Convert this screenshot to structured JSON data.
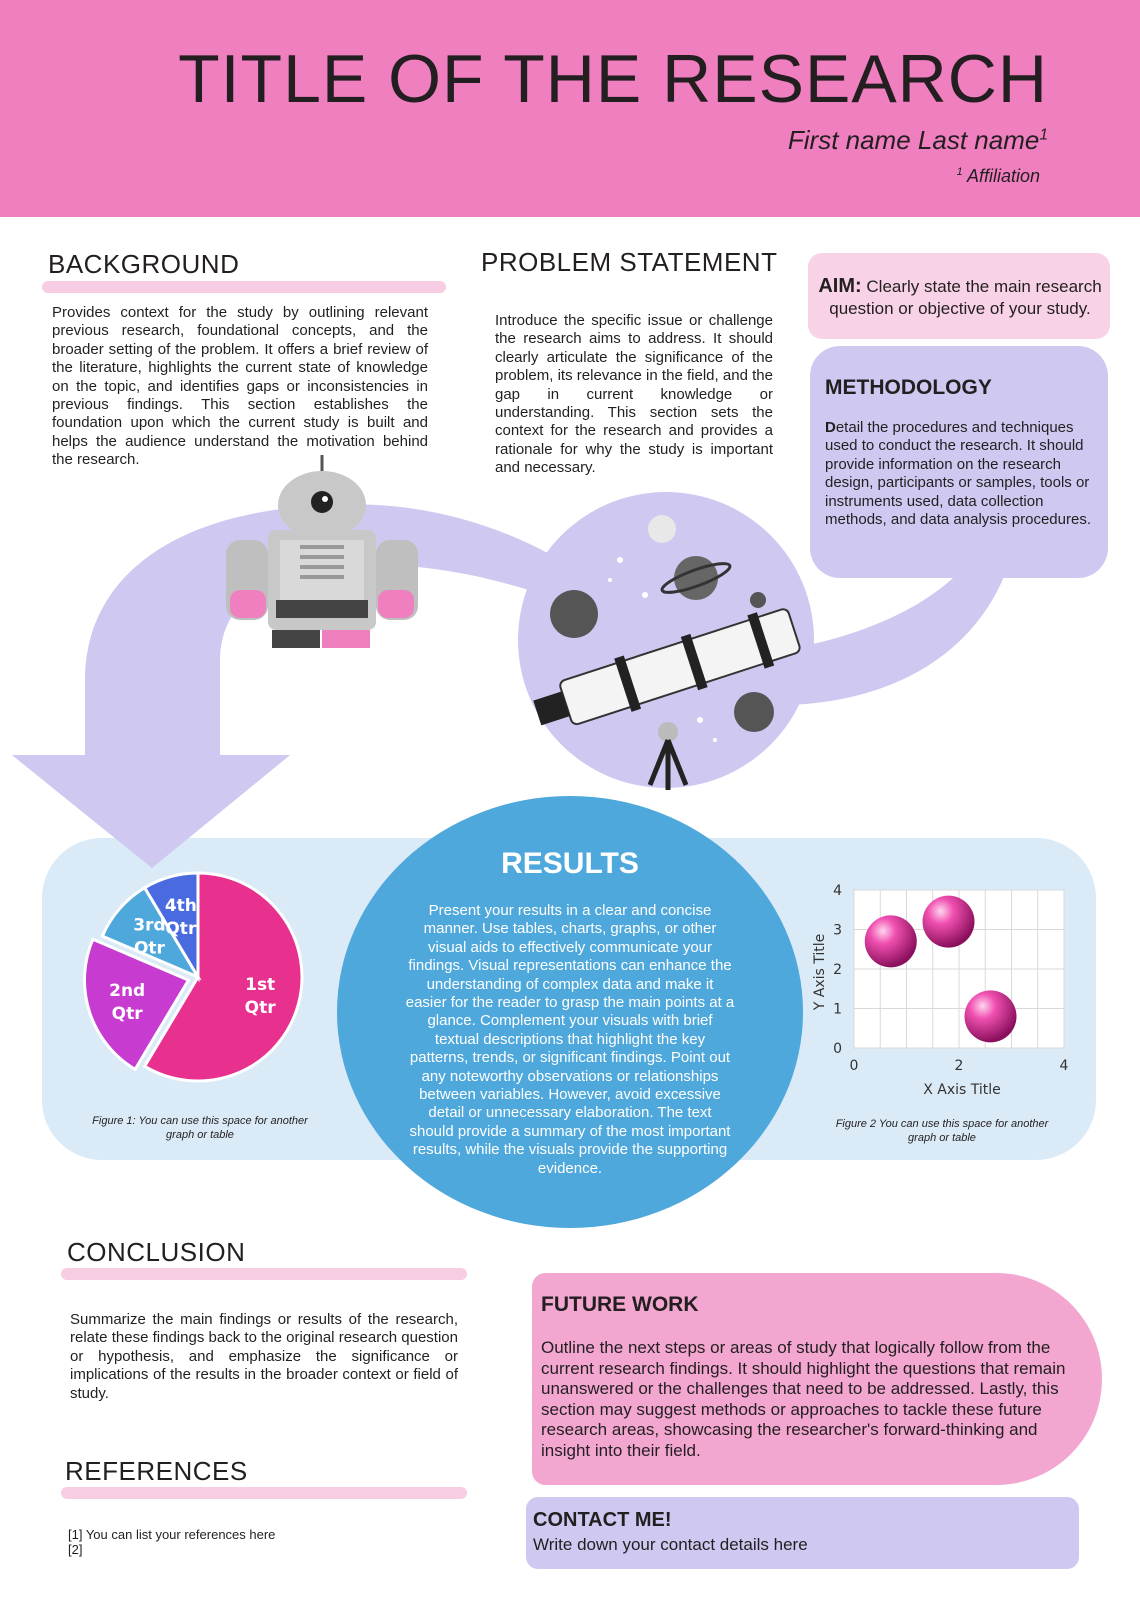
{
  "header": {
    "title": "TITLE OF THE RESEARCH",
    "author": "First name Last name",
    "author_sup": "1",
    "affil_sup": "1",
    "affiliation": "Affiliation"
  },
  "background": {
    "heading": "BACKGROUND",
    "text": "Provides context for the study by outlining relevant previous research, foundational concepts, and the broader setting of the problem. It offers a brief review of the literature, highlights the current state of knowledge on the topic, and identifies gaps or inconsistencies in previous findings. This section establishes the foundation upon which the current study is built and helps the audience understand the motivation behind the research."
  },
  "problem": {
    "heading": "PROBLEM STATEMENT",
    "text": "Introduce the specific issue or challenge the research aims to address. It should clearly articulate the significance of the problem, its relevance in the field, and the gap in current knowledge or understanding. This section sets the context for the research and provides a rationale for why the study is important and necessary."
  },
  "aim": {
    "label": "AIM:",
    "text": "Clearly state the main research question or objective of your study."
  },
  "methodology": {
    "heading": "METHODOLOGY",
    "initial": "D",
    "text": "etail the procedures and techniques used to conduct the research. It should provide information on the research design, participants or samples, tools or instruments used, data collection methods, and data analysis procedures."
  },
  "results": {
    "heading": "RESULTS",
    "text": "Present your results in a clear and concise manner. Use tables, charts, graphs, or other visual aids to effectively communicate your findings. Visual representations can enhance the understanding of complex data and make it easier for the reader to grasp the main points at a glance. Complement your visuals with brief textual descriptions that highlight the key patterns, trends, or significant findings. Point out any noteworthy observations or relationships between variables. However, avoid excessive detail or unnecessary elaboration. The text should provide a summary of the most important results, while the visuals provide the supporting evidence."
  },
  "figure1": {
    "caption": "Figure 1: You can use this space for another graph or table"
  },
  "figure2": {
    "caption": "Figure 2 You can use this space for another graph or table"
  },
  "conclusion": {
    "heading": "CONCLUSION",
    "text": "Summarize the main findings or results of the research, relate these findings back to the original research question or hypothesis, and emphasize the significance or implications of the results in the broader context or field of study."
  },
  "references": {
    "heading": "REFERENCES",
    "items": [
      "[1] You can list your references here",
      "[2]"
    ]
  },
  "future_work": {
    "heading": "FUTURE WORK",
    "text": "Outline the next steps or areas of study that logically follow from the current research findings. It should highlight the questions that remain unanswered or the challenges that need to be addressed. Lastly, this section may suggest methods or approaches to tackle these future research areas, showcasing the researcher's forward-thinking and insight into their field."
  },
  "contact": {
    "heading": "CONTACT ME!",
    "text": "Write down your contact details here"
  },
  "colors": {
    "header": "#f07fbf",
    "ribbon": "#cfc8f1",
    "results_circle": "#4fa8dc",
    "results_band": "#daeaf6",
    "accent_pink": "#e8318f"
  },
  "chart_data": [
    {
      "type": "pie",
      "categories": [
        "1st Qtr",
        "2nd Qtr",
        "3rd Qtr",
        "4th Qtr"
      ],
      "values": [
        8.2,
        3.2,
        1.4,
        1.2
      ],
      "colors": [
        "#e8318f",
        "#c83bd0",
        "#4fa8dc",
        "#4a6be0"
      ],
      "exploded": "2nd Qtr"
    },
    {
      "type": "scatter",
      "title": "",
      "xlabel": "X Axis Title",
      "ylabel": "Y Axis Title",
      "xlim": [
        0,
        4
      ],
      "ylim": [
        0,
        4
      ],
      "xticks": [
        0,
        2,
        4
      ],
      "yticks": [
        0,
        1,
        2,
        3,
        4
      ],
      "grid": true,
      "points": [
        {
          "x": 0.7,
          "y": 2.7
        },
        {
          "x": 1.8,
          "y": 3.2
        },
        {
          "x": 2.6,
          "y": 0.8
        }
      ]
    }
  ]
}
